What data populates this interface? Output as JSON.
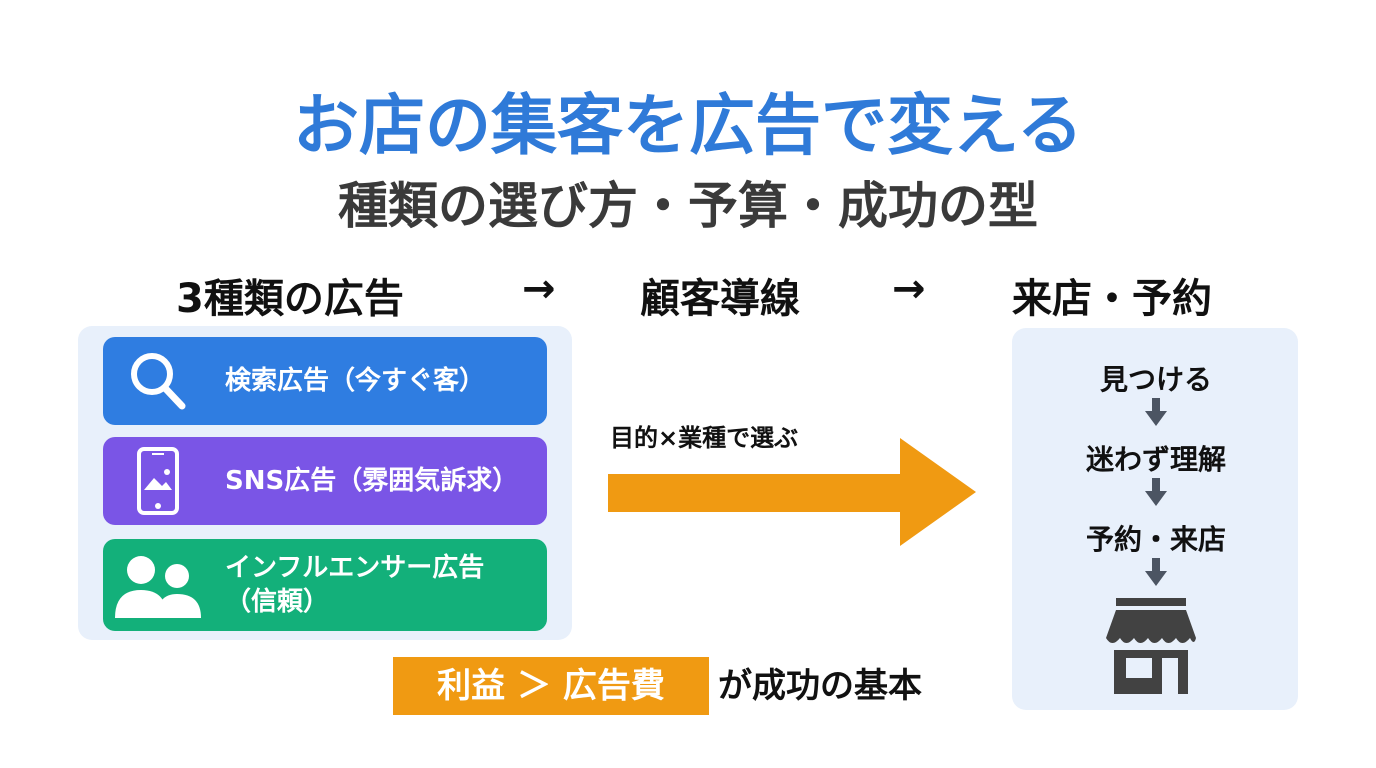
{
  "title": "お店の集客を広告で変える",
  "subtitle": "種類の選び方・予算・成功の型",
  "headers": {
    "left": "3種類の広告",
    "arrow1": "→",
    "middle": "顧客導線",
    "arrow2": "→",
    "right": "来店・予約"
  },
  "ad_types": [
    {
      "label": "検索広告（今すぐ客）",
      "icon": "search-icon",
      "color": "#2f7de1"
    },
    {
      "label": "SNS広告（雰囲気訴求）",
      "icon": "smartphone-icon",
      "color": "#7a55e6"
    },
    {
      "label": "インフルエンサー広告（信頼）",
      "icon": "people-icon",
      "color": "#13b07a"
    }
  ],
  "middle_arrow_label": "目的×業種で選ぶ",
  "flow_steps": [
    "見つける",
    "迷わず理解",
    "予約・来店"
  ],
  "footer": {
    "highlight": "利益 ＞ 広告費",
    "rest": "が成功の基本"
  },
  "colors": {
    "accent_orange": "#f09a12",
    "title_blue": "#2f7ad8"
  }
}
